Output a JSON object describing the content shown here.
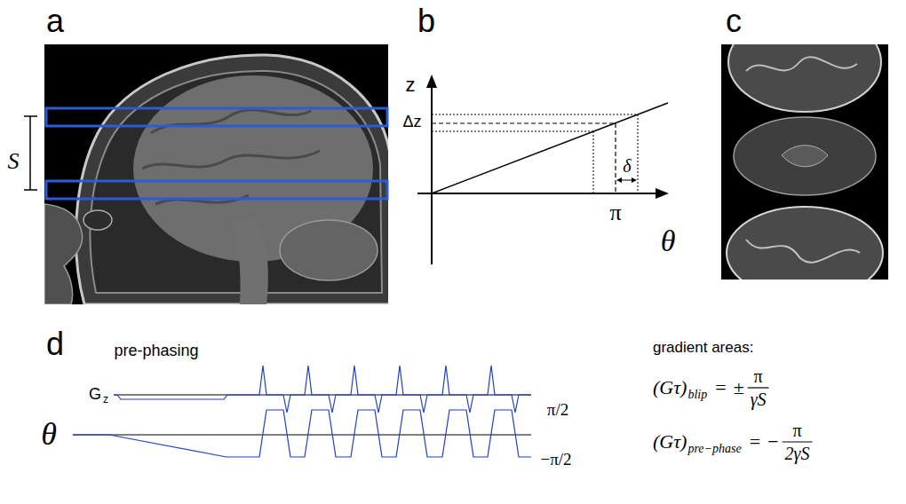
{
  "diagram": {
    "labels": [
      "a",
      "b",
      "c",
      "d",
      "S",
      "z",
      "Δz",
      "π",
      "δ",
      "θ",
      "pre-phasing",
      "G",
      "z",
      "θ",
      "π/2",
      "−π/2",
      "gradient areas:",
      "(Gτ)",
      "blip",
      "=",
      "±",
      "π",
      "γS",
      "(Gτ)",
      "pre−phase",
      "=",
      "−",
      "π",
      "2γS"
    ]
  }
}
